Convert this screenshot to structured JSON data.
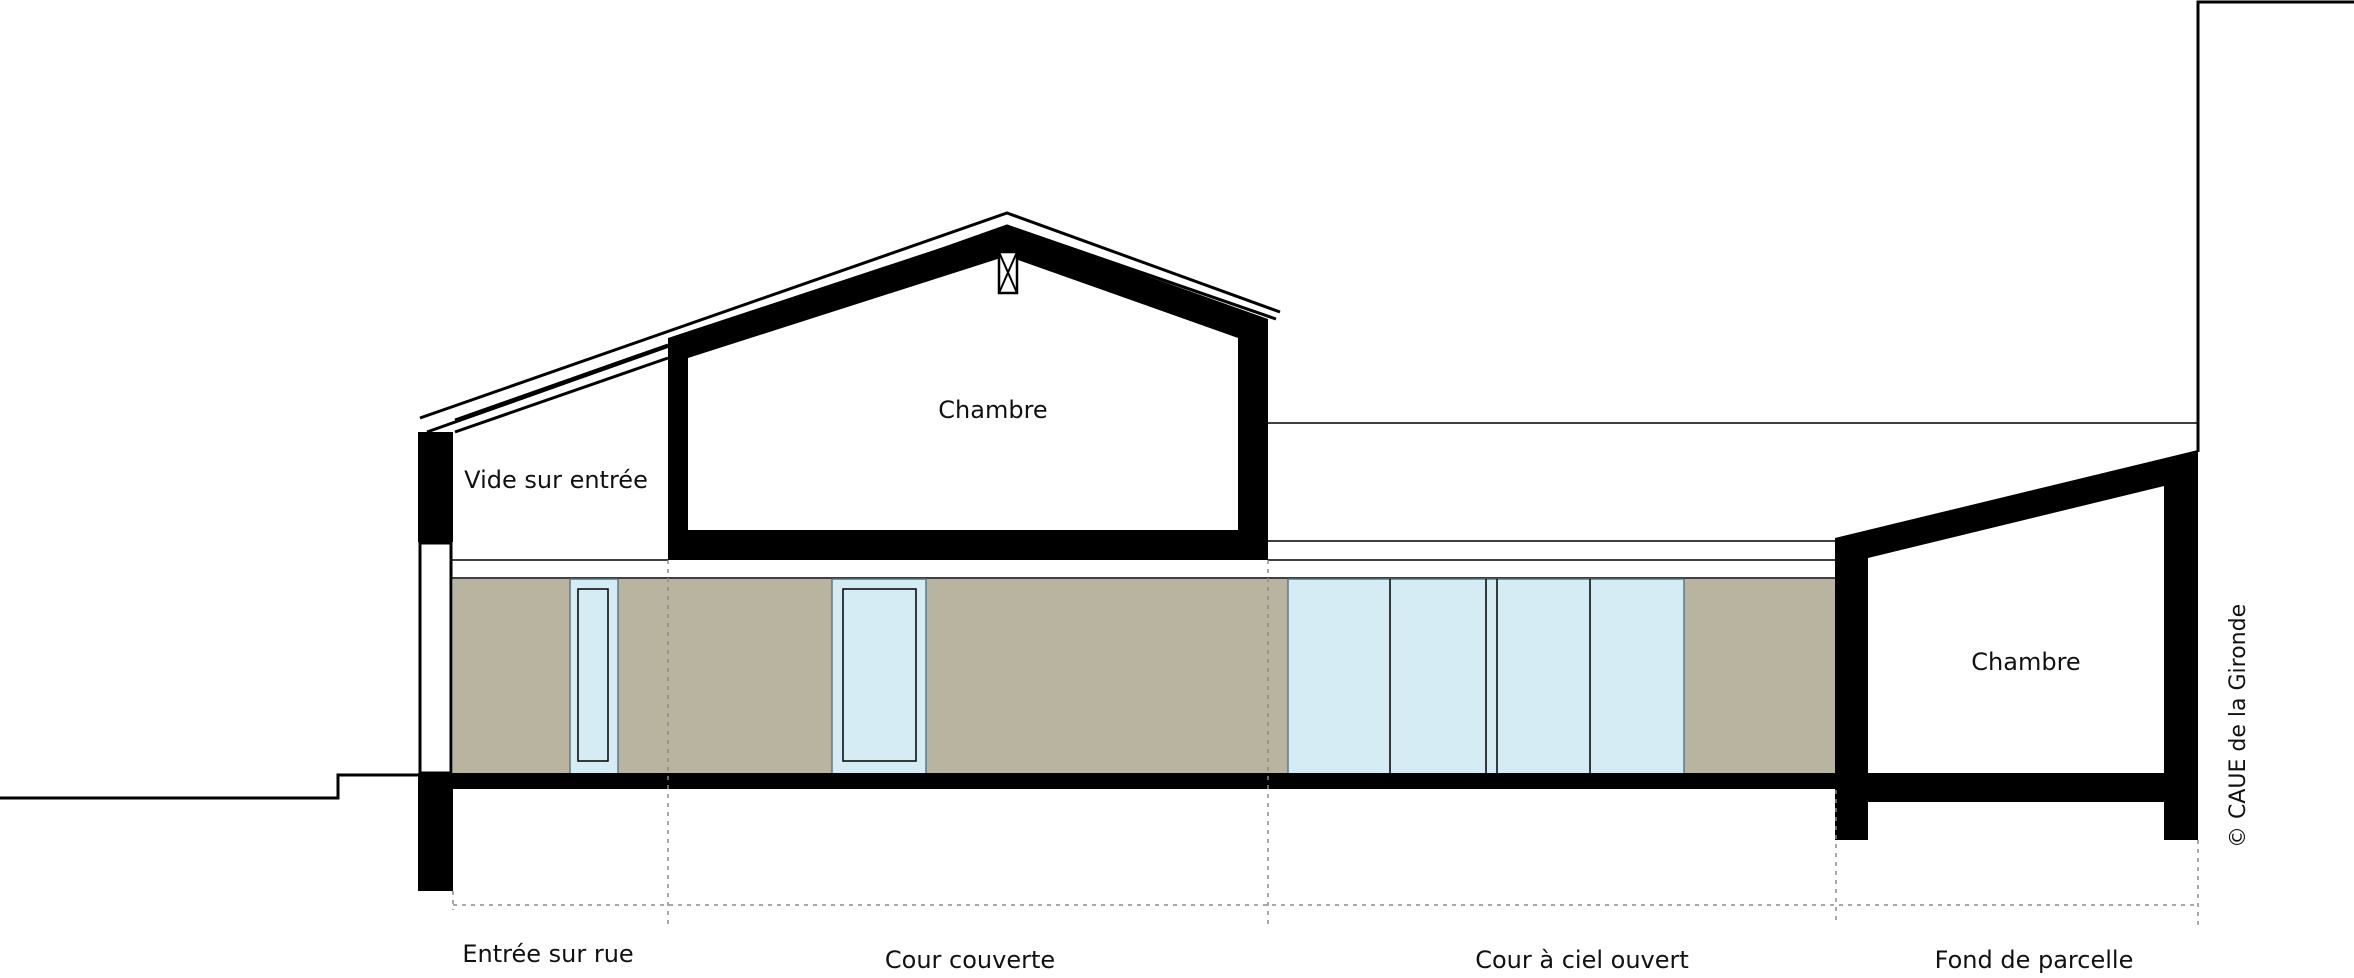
{
  "rooms": {
    "chambre_upper": "Chambre",
    "vide_entree": "Vide sur entrée",
    "chambre_back": "Chambre"
  },
  "zones": [
    {
      "label": "Entrée sur rue"
    },
    {
      "label": "Cour couverte"
    },
    {
      "label": "Cour à ciel ouvert"
    },
    {
      "label": "Fond de parcelle"
    }
  ],
  "credit": "© CAUE de la Gironde",
  "colors": {
    "wall": "#000000",
    "wall_fill_beige": "#b9b49f",
    "glazing": "#d6ecf4",
    "glazing_stroke": "#5a7a86",
    "dim_line": "#9a9a9a"
  }
}
